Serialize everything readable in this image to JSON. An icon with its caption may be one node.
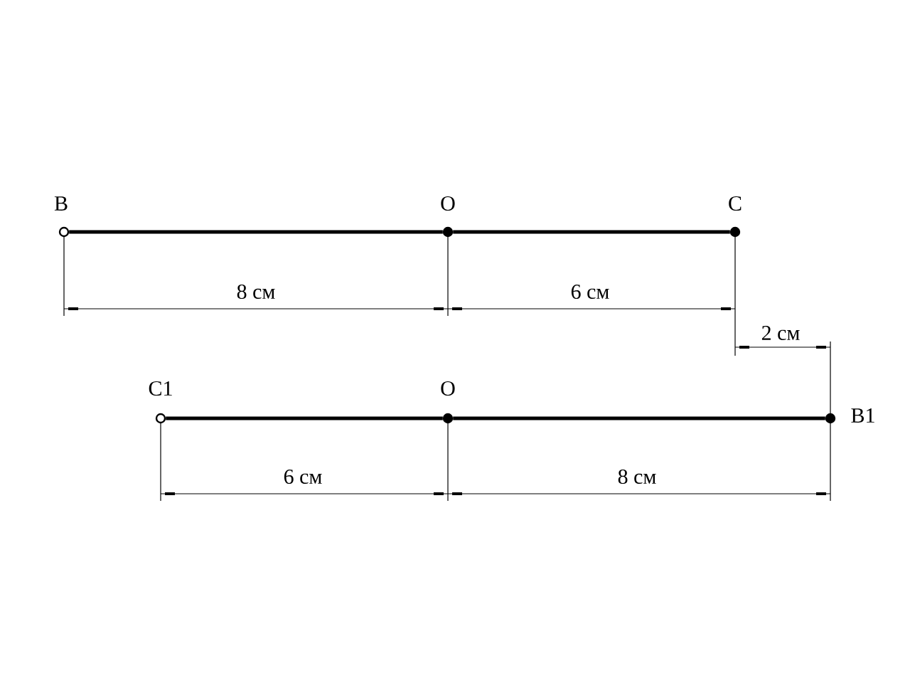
{
  "diagram": {
    "nodes": [
      {
        "text": [
          "B"
        ]
      },
      {
        "text": [
          "O"
        ]
      },
      {
        "text": [
          "C"
        ]
      },
      {
        "text": [
          "C1"
        ]
      },
      {
        "text": [
          "O"
        ]
      },
      {
        "text": [
          "B1"
        ]
      }
    ],
    "edges": [
      {
        "from": 0,
        "to": 1,
        "arrow": "none"
      },
      {
        "from": 1,
        "to": 2,
        "arrow": "none"
      },
      {
        "from": 3,
        "to": 4,
        "arrow": "none"
      },
      {
        "from": 4,
        "to": 5,
        "arrow": "none"
      }
    ],
    "labels": [
      "8 см",
      "6 см",
      "2 см",
      "6 см",
      "8 см"
    ]
  }
}
